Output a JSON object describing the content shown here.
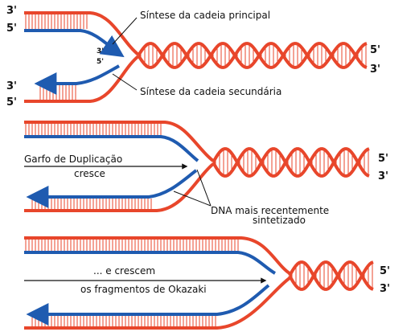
{
  "colors": {
    "parental_strand": "#e8462b",
    "new_strand": "#1f5bb0",
    "rung": "#e8462b"
  },
  "panel1": {
    "labels": {
      "leading": "Síntese da cadeia principal",
      "lagging": "Síntese da cadeia secundária"
    },
    "ends": {
      "top_left_3": "3'",
      "top_left_5": "5'",
      "inner_3": "3'",
      "inner_5": "5'",
      "right_5": "5'",
      "right_3": "3'",
      "bottom_left_3": "3'",
      "bottom_left_5": "5'"
    }
  },
  "panel2": {
    "labels": {
      "fork_line1": "Garfo de Duplicação",
      "fork_line2": "cresce",
      "new_dna_line1": "DNA mais recentemente",
      "new_dna_line2": "sintetizado"
    },
    "ends": {
      "right_5": "5'",
      "right_3": "3'"
    }
  },
  "panel3": {
    "labels": {
      "grow_line1": "... e crescem",
      "grow_line2": "os fragmentos de Okazaki"
    },
    "ends": {
      "right_5": "5'",
      "right_3": "3'"
    }
  }
}
